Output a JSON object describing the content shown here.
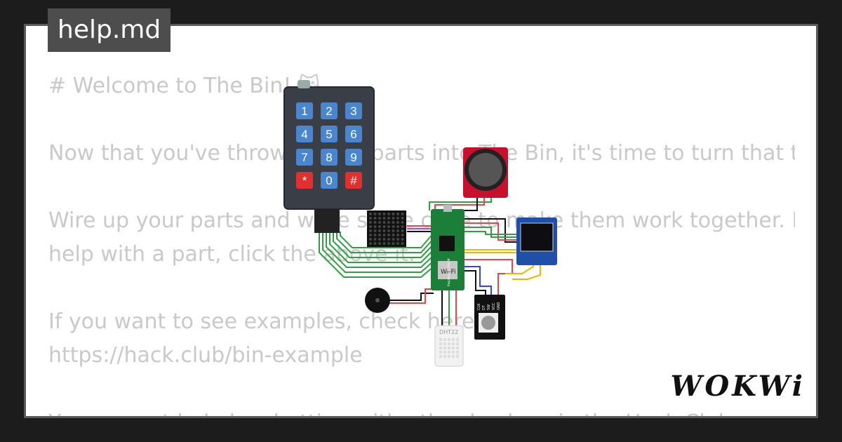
{
  "tab": {
    "filename": "help.md"
  },
  "doc": {
    "lines": [
      "# Welcome to The Bin! 🐱",
      "",
      "Now that you've thrown some parts into The Bin, it's time to turn that t",
      "",
      "Wire up your parts and write some code to make them work together. I",
      "help with a part, click the   above it.",
      "",
      "If you want to see examples, check here:",
      "https://hack.club/bin-example",
      "",
      "You can get help by chatting with other hackers in the Hack Club"
    ]
  },
  "keypad": {
    "keys": [
      "1",
      "2",
      "3",
      "4",
      "5",
      "6",
      "7",
      "8",
      "9",
      "*",
      "0",
      "#"
    ]
  },
  "pico": {
    "chip_label": "Wi-Fi",
    "board_label": "Raspberry Pi Pico W"
  },
  "dht": {
    "label": "DHT22"
  },
  "encoder": {
    "pin_labels": [
      "CLK",
      "DT",
      "SW",
      "VCC",
      "GND"
    ]
  },
  "logo": {
    "text": "WOKWi"
  }
}
